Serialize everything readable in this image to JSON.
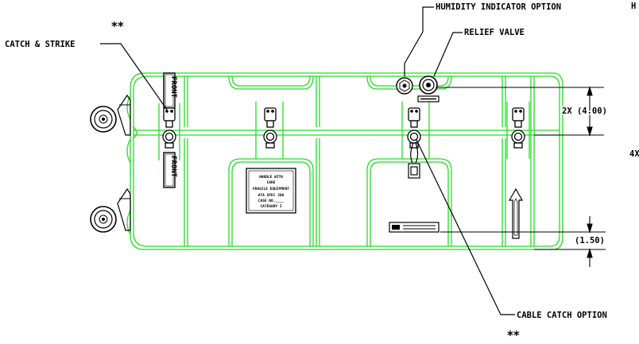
{
  "callouts": {
    "catch_strike": "CATCH & STRIKE",
    "catch_strike_mark": "**",
    "humidity_indicator": "HUMIDITY INDICATOR OPTION",
    "relief_valve": "RELIEF VALVE",
    "cable_catch": "CABLE CATCH OPTION",
    "cable_catch_mark": "**"
  },
  "dimensions": {
    "latch_spacing": "2X (4.00)",
    "bottom_offset": "(1.50)",
    "edge_fragment_top": "H",
    "edge_fragment_mid": "4X"
  },
  "panel_markings": {
    "front_top": "FRONT",
    "front_bottom": "FRONT",
    "handle_label": {
      "line1": "HANDLE WITH",
      "line2": "CARE",
      "line3": "FRAGILE EQUIPMENT",
      "line4": "ATA SPEC 300",
      "line5": "CASE NO.____",
      "line6": "CATEGORY I"
    }
  },
  "colors": {
    "outline": "#22dd22",
    "ink": "#000000",
    "background": "#ffffff"
  }
}
